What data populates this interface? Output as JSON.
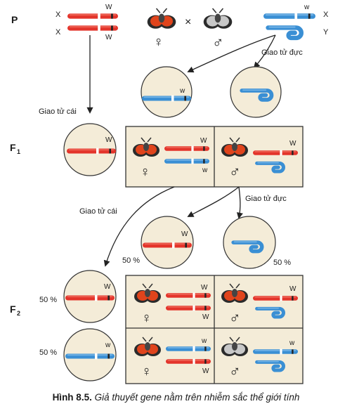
{
  "labels": {
    "p": "P",
    "f1": "F",
    "f1_sub": "1",
    "f2": "F",
    "f2_sub": "2",
    "x": "X",
    "y": "Y",
    "w_upper": "W",
    "w_lower": "w",
    "cross": "×",
    "female_symbol": "♀",
    "male_symbol": "♂",
    "male_gamete": "Giao tử đực",
    "female_gamete": "Giao tử cái",
    "pct_50_right": "50 %",
    "pct_50": "50 %"
  },
  "caption": {
    "number": "Hình 8.5.",
    "text": "Giả thuyết gene nằm trên nhiễm sắc thể giới tính"
  },
  "colors": {
    "red_chromosome": "#e3342b",
    "blue_chromosome": "#3a8fd4",
    "box_fill": "#f4ecd8",
    "box_border": "#333333",
    "fly_red": "#e0441c",
    "fly_gray": "#8a8a8a"
  }
}
